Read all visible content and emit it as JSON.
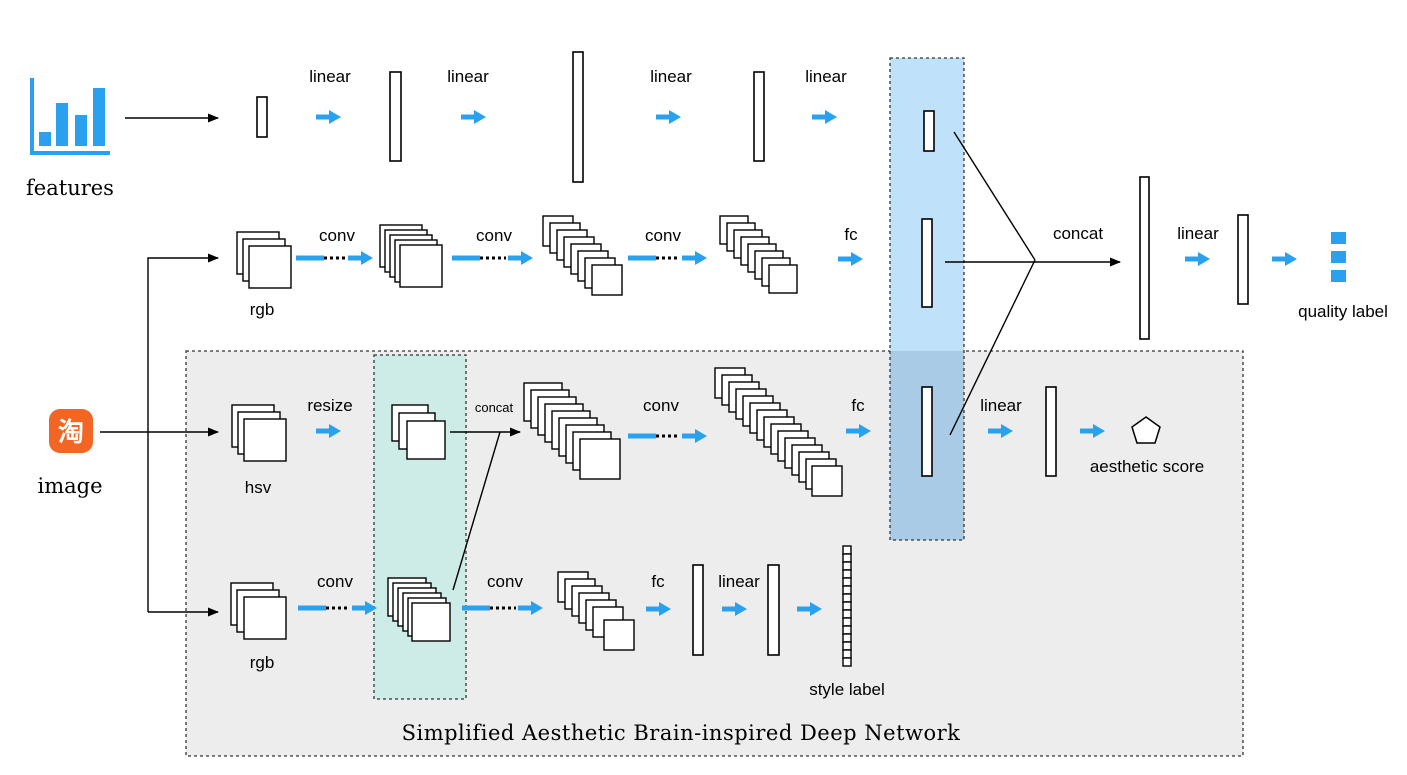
{
  "inputs": {
    "features": "features",
    "image": "image",
    "image_icon_glyph": "淘"
  },
  "top_branch": {
    "labels": [
      "linear",
      "linear",
      "linear",
      "linear"
    ]
  },
  "rgb_branch": {
    "input": "rgb",
    "labels": [
      "conv",
      "conv",
      "conv",
      "fc"
    ]
  },
  "fusion": {
    "concat": "concat",
    "linear": "linear",
    "output": "quality label"
  },
  "sadnet": {
    "title": "Simplified Aesthetic Brain-inspired Deep Network",
    "hsv": "hsv",
    "resize": "resize",
    "concat": "concat",
    "conv": "conv",
    "fc": "fc",
    "linear": "linear",
    "aesthetic_output": "aesthetic score",
    "rgb": "rgb",
    "conv1": "conv",
    "conv2": "conv",
    "fc2": "fc",
    "linear2": "linear",
    "style_output": "style label"
  },
  "colors": {
    "arrow_blue": "#2aa1ef",
    "feature_icon_blue": "#2aa1ef",
    "image_icon_orange": "#f26522",
    "fusion_column_blue": "#bfe2fa",
    "resize_column_teal": "#cdece8",
    "sadnet_box_gray": "#ededed"
  }
}
